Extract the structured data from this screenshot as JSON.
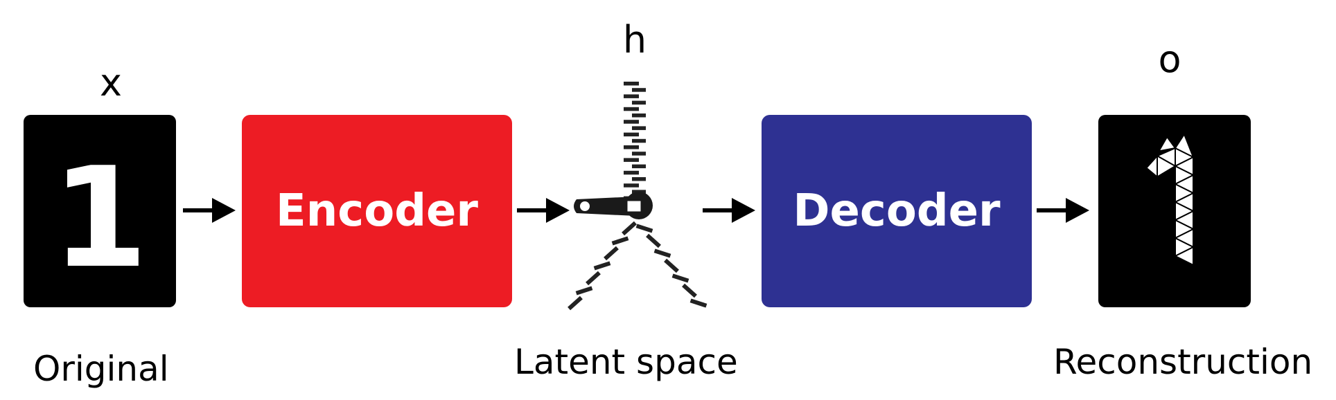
{
  "input": {
    "variable": "x",
    "digit": "1",
    "caption": "Original"
  },
  "encoder": {
    "label": "Encoder",
    "color": "#ed1c24"
  },
  "latent": {
    "variable": "h",
    "caption": "Latent space",
    "icon": "zipper-icon"
  },
  "decoder": {
    "label": "Decoder",
    "color": "#2e3192"
  },
  "output": {
    "variable": "o",
    "caption": "Reconstruction",
    "icon": "triangulated-digit-one-icon"
  },
  "colors": {
    "image_background": "#000000",
    "arrow": "#000000"
  }
}
